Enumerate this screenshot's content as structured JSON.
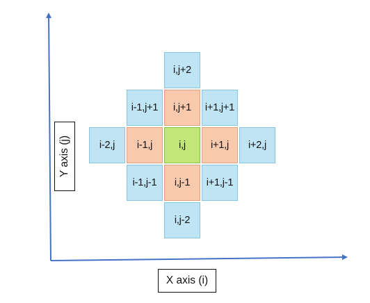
{
  "colors": {
    "axis": "#4472c4",
    "blue_fill": "#bfe4f4",
    "blue_border": "#86c6e0",
    "orange_fill": "#f8c9ad",
    "orange_border": "#dea283",
    "green_fill": "#c2e678",
    "green_border": "#8cbf3e"
  },
  "axes": {
    "x_label": "X axis (i)",
    "y_label": "Y axis (j)"
  },
  "cells": [
    {
      "id": "i-j-plus-2",
      "label": "i,j+2",
      "color": "blue",
      "di": 0,
      "dj": 2
    },
    {
      "id": "i-minus-1-j-plus-1",
      "label": "i-1,j+1",
      "color": "blue",
      "di": -1,
      "dj": 1
    },
    {
      "id": "i-j-plus-1",
      "label": "i,j+1",
      "color": "orange",
      "di": 0,
      "dj": 1
    },
    {
      "id": "i-plus-1-j-plus-1",
      "label": "i+1,j+1",
      "color": "blue",
      "di": 1,
      "dj": 1
    },
    {
      "id": "i-minus-2-j",
      "label": "i-2,j",
      "color": "blue",
      "di": -2,
      "dj": 0
    },
    {
      "id": "i-minus-1-j",
      "label": "i-1,j",
      "color": "orange",
      "di": -1,
      "dj": 0
    },
    {
      "id": "i-j",
      "label": "i,j",
      "color": "green",
      "di": 0,
      "dj": 0
    },
    {
      "id": "i-plus-1-j",
      "label": "i+1,j",
      "color": "orange",
      "di": 1,
      "dj": 0
    },
    {
      "id": "i-plus-2-j",
      "label": "i+2,j",
      "color": "blue",
      "di": 2,
      "dj": 0
    },
    {
      "id": "i-minus-1-j-minus-1",
      "label": "i-1,j-1",
      "color": "blue",
      "di": -1,
      "dj": -1
    },
    {
      "id": "i-j-minus-1",
      "label": "i,j-1",
      "color": "orange",
      "di": 0,
      "dj": -1
    },
    {
      "id": "i-plus-1-j-minus-1",
      "label": "i+1,j-1",
      "color": "blue",
      "di": 1,
      "dj": -1
    },
    {
      "id": "i-j-minus-2",
      "label": "i,j-2",
      "color": "blue",
      "di": 0,
      "dj": -2
    }
  ]
}
